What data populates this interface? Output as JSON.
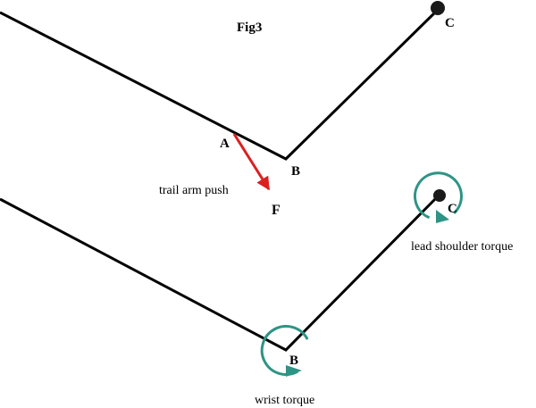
{
  "figure": {
    "title": "Fig3",
    "top_diagram": {
      "point_a": "A",
      "point_b": "B",
      "point_c": "C",
      "force_label": "F",
      "push_label": "trail arm push"
    },
    "bottom_diagram": {
      "point_b": "B",
      "point_c": "C",
      "shoulder_label": "lead shoulder torque",
      "wrist_label": "wrist torque"
    }
  },
  "colors": {
    "arm_line": "#000000",
    "force_arrow": "#dd1f1f",
    "torque_arrow": "#2e9485",
    "joint": "#1a1a1a"
  },
  "icons": {
    "force": "force-arrow-icon",
    "torque": "circular-torque-arrow-icon",
    "joint": "joint-dot-icon"
  }
}
